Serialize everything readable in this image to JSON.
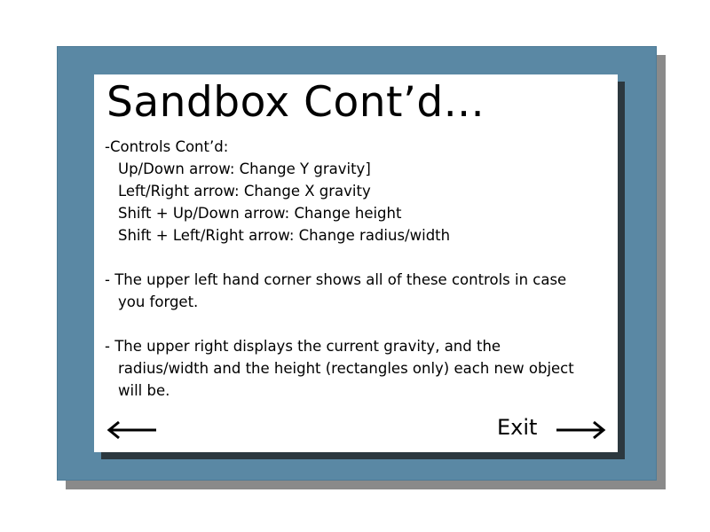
{
  "title": "Sandbox Cont’d...",
  "lines": [
    "-Controls Cont’d:",
    "Up/Down arrow: Change Y gravity]",
    "Left/Right arrow: Change X gravity",
    "Shift + Up/Down arrow: Change height",
    "Shift + Left/Right arrow: Change radius/width",
    "- The upper left hand corner shows all of these controls in case",
    "you forget.",
    "- The upper right displays the current gravity, and the",
    "radius/width and the height (rectangles only) each new object",
    "will be."
  ],
  "nav": {
    "exit_label": "Exit"
  },
  "icons": {
    "back": "left-arrow-icon",
    "exit": "right-arrow-icon"
  },
  "colors": {
    "frame": "#5a88a4",
    "panel": "#ffffff",
    "text": "#000000"
  }
}
